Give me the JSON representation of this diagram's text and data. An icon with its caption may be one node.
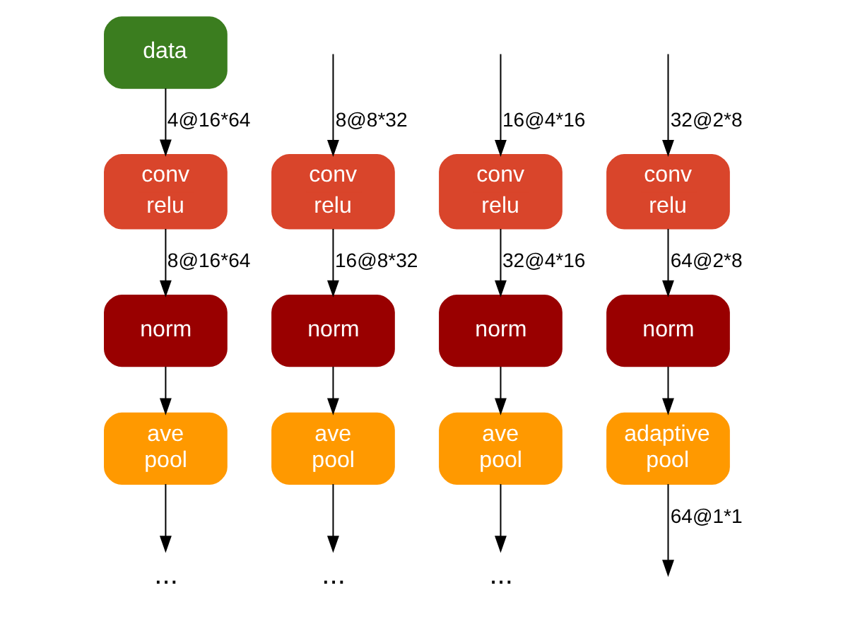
{
  "diagram": {
    "nodes": [
      {
        "text": [
          "data"
        ]
      },
      {
        "text": [
          "conv",
          "relu"
        ]
      },
      {
        "text": [
          "norm"
        ]
      },
      {
        "text": [
          "ave pool"
        ]
      },
      {
        "text": [
          "..."
        ]
      },
      {
        "text": [
          "conv",
          "relu"
        ]
      },
      {
        "text": [
          "norm"
        ]
      },
      {
        "text": [
          "ave pool"
        ]
      },
      {
        "text": [
          "..."
        ]
      },
      {
        "text": [
          "conv",
          "relu"
        ]
      },
      {
        "text": [
          "norm"
        ]
      },
      {
        "text": [
          "ave pool"
        ]
      },
      {
        "text": [
          "..."
        ]
      },
      {
        "text": [
          "conv",
          "relu"
        ]
      },
      {
        "text": [
          "norm"
        ]
      },
      {
        "text": [
          "adaptive pool"
        ]
      }
    ],
    "edges": [
      {
        "from": 0,
        "to": 1,
        "arrow": "to",
        "label": "4@16*64"
      },
      {
        "from": 1,
        "to": 2,
        "arrow": "to",
        "label": "8@16*64"
      },
      {
        "from": 2,
        "to": 3,
        "arrow": "to"
      },
      {
        "from": 3,
        "to": 4,
        "arrow": "to"
      },
      {
        "from": null,
        "to": 5,
        "arrow": "to",
        "label": "8@8*32"
      },
      {
        "from": 5,
        "to": 6,
        "arrow": "to",
        "label": "16@8*32"
      },
      {
        "from": 6,
        "to": 7,
        "arrow": "to"
      },
      {
        "from": 7,
        "to": 8,
        "arrow": "to"
      },
      {
        "from": null,
        "to": 9,
        "arrow": "to",
        "label": "16@4*16"
      },
      {
        "from": 9,
        "to": 10,
        "arrow": "to",
        "label": "32@4*16"
      },
      {
        "from": 10,
        "to": 11,
        "arrow": "to"
      },
      {
        "from": 11,
        "to": 12,
        "arrow": "to"
      },
      {
        "from": null,
        "to": 13,
        "arrow": "to",
        "label": "32@2*8"
      },
      {
        "from": 13,
        "to": 14,
        "arrow": "to",
        "label": "64@2*8"
      },
      {
        "from": 14,
        "to": 15,
        "arrow": "to"
      },
      {
        "from": 15,
        "to": null,
        "arrow": "to",
        "label": "64@1*1"
      }
    ]
  }
}
